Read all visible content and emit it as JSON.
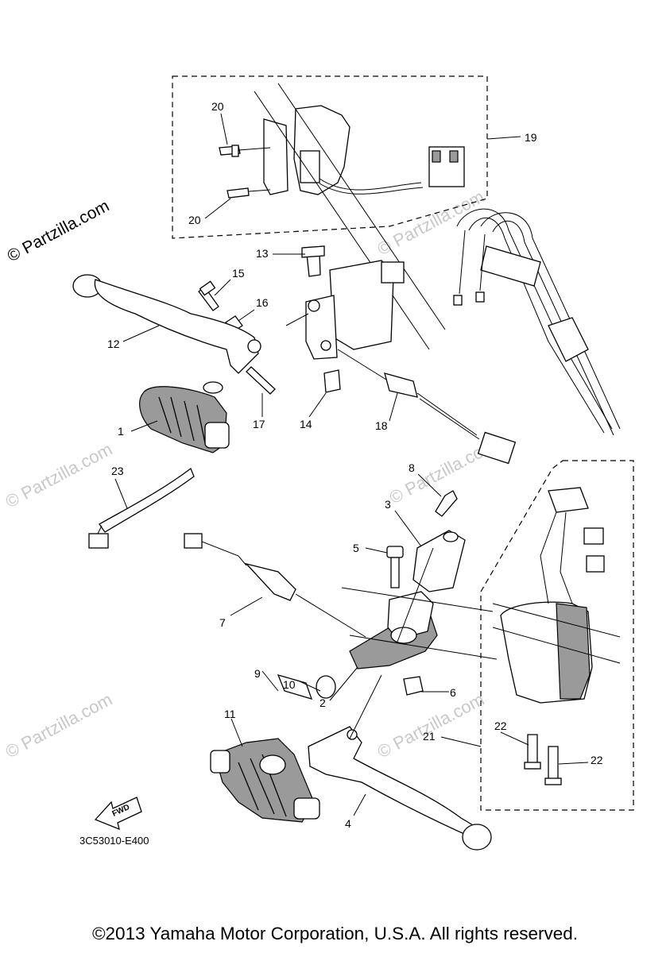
{
  "watermarks": {
    "main": "© Partzilla.com",
    "faint": "© Partzilla.com"
  },
  "callouts": {
    "c1": "1",
    "c2": "2",
    "c3": "3",
    "c4": "4",
    "c5": "5",
    "c6": "6",
    "c7": "7",
    "c8": "8",
    "c9": "9",
    "c10": "10",
    "c11": "11",
    "c12": "12",
    "c13": "13",
    "c14": "14",
    "c15": "15",
    "c16": "16",
    "c17": "17",
    "c18": "18",
    "c19": "19",
    "c20a": "20",
    "c20b": "20",
    "c21": "21",
    "c22a": "22",
    "c22b": "22",
    "c23": "23"
  },
  "fwd_label": "FWD",
  "diagram_code": "3C53010-E400",
  "copyright": "©2013 Yamaha Motor Corporation, U.S.A. All rights reserved."
}
